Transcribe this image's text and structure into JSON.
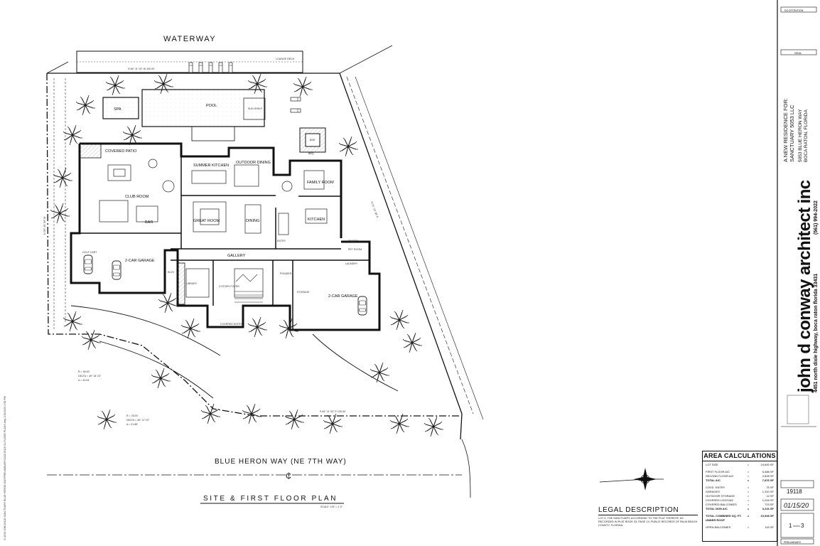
{
  "sheet": {
    "waterway_label": "WATERWAY",
    "street_label": "BLUE HERON WAY (NE 7TH WAY)",
    "centerline_symbol": "₵",
    "plan_title": "SITE & FIRST FLOOR PLAN",
    "plan_scale": "SCALE: 1/8\" = 1'-0\"",
    "left_margin_path": "S:\\2019 JOB\\19118 SANCTUARY BLUE HERON WAY\\PRELIMINARY\\CAD\\19118 S1-FLOOR PLANS.dwg 1/15/2020 2:58 PM"
  },
  "rooms": {
    "pool": "POOL",
    "spa": "SPA",
    "sun_shelf": "SUN SHELF",
    "lounge_deck": "LOUNGE DECK",
    "covered_patio": "COVERED PATIO",
    "summer_kitchen": "SUMMER KITCHEN",
    "outdoor_dining": "OUTDOOR DINING",
    "bar_outdoor": "BAR",
    "bbq": "BBQ",
    "club_room": "CLUB ROOM",
    "bar": "BAR",
    "great_room": "GREAT ROOM",
    "dining": "DINING",
    "family_room": "FAMILY ROOM",
    "kitchen": "KITCHEN",
    "butler_pantry": "PANTRY",
    "gallery": "GALLERY",
    "golf_cart": "GOLF CART",
    "garage_2car_left": "2-CAR GARAGE",
    "elevator": "ELEV",
    "library": "LIBRARY",
    "two_story_foyer": "2-STORY FOYER",
    "covered_entry": "COVERED ENTRY",
    "powder": "POWDER",
    "storage": "STORAGE",
    "laundry": "LAUNDRY",
    "pet_room": "PET ROOM",
    "garage_2car_right": "2-CAR GARAGE",
    "entry": "ENTRY"
  },
  "annotations": {
    "curve_1": [
      "R = 50.00'",
      "DELTA = 49° 18' 23\"",
      "A = 43.03'"
    ],
    "curve_2": [
      "R = 25.00'",
      "DELTA = 46° 11' 23\"",
      "A = 21.86'"
    ],
    "bearing_south": "S 84° 11' 00\" E 100.00'",
    "bearing_north": "N 84° 11' 00\" W 100.00'",
    "bearing_east": "N 21° 19' 28\" E",
    "bearing_west": "N 05° 49' 00\" W"
  },
  "title_block": {
    "firm": "john d conway architect inc",
    "address": "4451 north dixie highway,  boca raton florida 33431",
    "phone": "(561) 994-2022",
    "project_line1": "A NEW RESIDENCE FOR:",
    "project_line2": "SANCTUARY 5053 LLC",
    "project_line3": "5053 BLUE HERON WAY",
    "project_line4": "BOCA RATON, FLORIDA",
    "seal_label": "SEAL",
    "top_label": "DO ATTENTION",
    "job_number": "19118",
    "date": "01/15/20",
    "sheet_number": "1",
    "sheet_total": "3",
    "bottom_label": "PRELIMINARY"
  },
  "area_calculations": {
    "title": "AREA CALCULATIONS",
    "rows": [
      {
        "label": "LOT SIZE",
        "eq": "=",
        "value": "24,600 SF",
        "bold": false
      },
      {
        "label": "",
        "eq": "",
        "value": "",
        "bold": false,
        "gap": true
      },
      {
        "label": "FIRST FLOOR A/C",
        "eq": "=",
        "value": "5,488 SF",
        "bold": false
      },
      {
        "label": "SECOND FLOOR A/C",
        "eq": "=",
        "value": "2,628 SF",
        "bold": false
      },
      {
        "label": "TOTAL A/C",
        "eq": "=",
        "value": "7,876 SF",
        "bold": true
      },
      {
        "label": "",
        "eq": "",
        "value": "",
        "bold": false,
        "gap": true
      },
      {
        "label": "COVD. ENTRY",
        "eq": "=",
        "value": "75 SF",
        "bold": false
      },
      {
        "label": "GARAGES",
        "eq": "=",
        "value": "1,310 SF",
        "bold": false
      },
      {
        "label": "OUTDOOR STORAGE",
        "eq": "=",
        "value": "12 SF",
        "bold": false
      },
      {
        "label": "COVERED LOGGIAS",
        "eq": "=",
        "value": "1,018 SF",
        "bold": false
      },
      {
        "label": "COVERED BALCONIES",
        "eq": "=",
        "value": "723 SF",
        "bold": false
      },
      {
        "label": "TOTAL NON A/C",
        "eq": "=",
        "value": "3,216 SF",
        "bold": true
      },
      {
        "label": "",
        "eq": "",
        "value": "",
        "bold": false,
        "gap": true
      },
      {
        "label": "TOTAL COMBINED SQ. FT. UNDER ROOF",
        "eq": "=",
        "value": "10,928 SF",
        "bold": true
      },
      {
        "label": "",
        "eq": "",
        "value": "",
        "bold": false,
        "gap": true
      },
      {
        "label": "OPEN BALCONIES",
        "eq": "=",
        "value": "115 SF",
        "bold": false
      }
    ]
  },
  "legal_description": {
    "title": "LEGAL DESCRIPTION",
    "body": "LOT 4, THE SANCTUARY, ACCORDING TO THE PLAT THEREOF, AS RECORDED IN PLAT BOOK 33, PAGE 14, PUBLIC RECORDS OF PALM BEACH COUNTY, FLORIDA."
  },
  "colors": {
    "ink": "#111111",
    "hatch": "#999999",
    "wall": "#222222",
    "paper": "#ffffff"
  },
  "icons": [
    "north-arrow-icon",
    "palm-tree-icon",
    "car-icon",
    "stair-icon",
    "furniture-icon"
  ]
}
